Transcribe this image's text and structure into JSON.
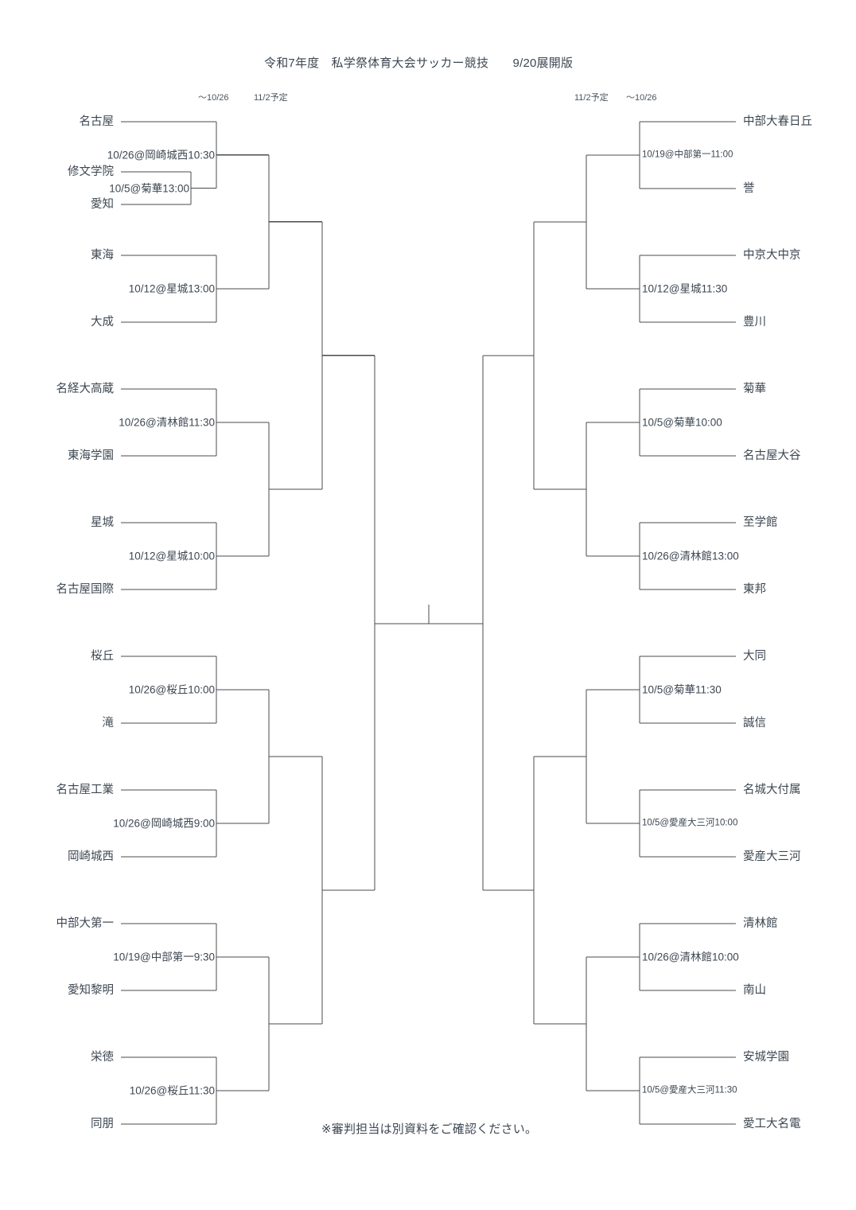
{
  "page": {
    "title": "令和7年度　私学祭体育大会サッカー競技　　9/20展開版",
    "footer_note": "※審判担当は別資料をご確認ください。",
    "line_color": "#4b4b4b",
    "text_color": "#3d4752",
    "background": "#ffffff"
  },
  "column_headers": {
    "left_round1": "～10/26",
    "left_round2": "11/2予定",
    "right_round2": "11/2予定",
    "right_round1": "～10/26"
  },
  "left_side": {
    "teams": [
      "名古屋",
      "修文学院",
      "愛知",
      "東海",
      "大成",
      "名経大高蔵",
      "東海学園",
      "星城",
      "名古屋国際",
      "桜丘",
      "滝",
      "名古屋工業",
      "岡崎城西",
      "中部大第一",
      "愛知黎明",
      "栄徳",
      "同朋"
    ],
    "matches": [
      "10/26@岡崎城西10:30",
      "10/5@菊華13:00",
      "10/12@星城13:00",
      "10/26@清林館11:30",
      "10/12@星城10:00",
      "10/26@桜丘10:00",
      "10/26@岡崎城西9:00",
      "10/19@中部第一9:30",
      "10/26@桜丘11:30"
    ]
  },
  "right_side": {
    "teams": [
      "中部大春日丘",
      "誉",
      "中京大中京",
      "豊川",
      "菊華",
      "名古屋大谷",
      "至学館",
      "東邦",
      "大同",
      "誠信",
      "名城大付属",
      "愛産大三河",
      "清林館",
      "南山",
      "安城学園",
      "愛工大名電"
    ],
    "matches": [
      "10/19@中部第一11:00",
      "10/12@星城11:30",
      "10/5@菊華10:00",
      "10/26@清林館13:00",
      "10/5@菊華11:30",
      "10/5@愛産大三河10:00",
      "10/26@清林館10:00",
      "10/5@愛産大三河11:30"
    ]
  }
}
